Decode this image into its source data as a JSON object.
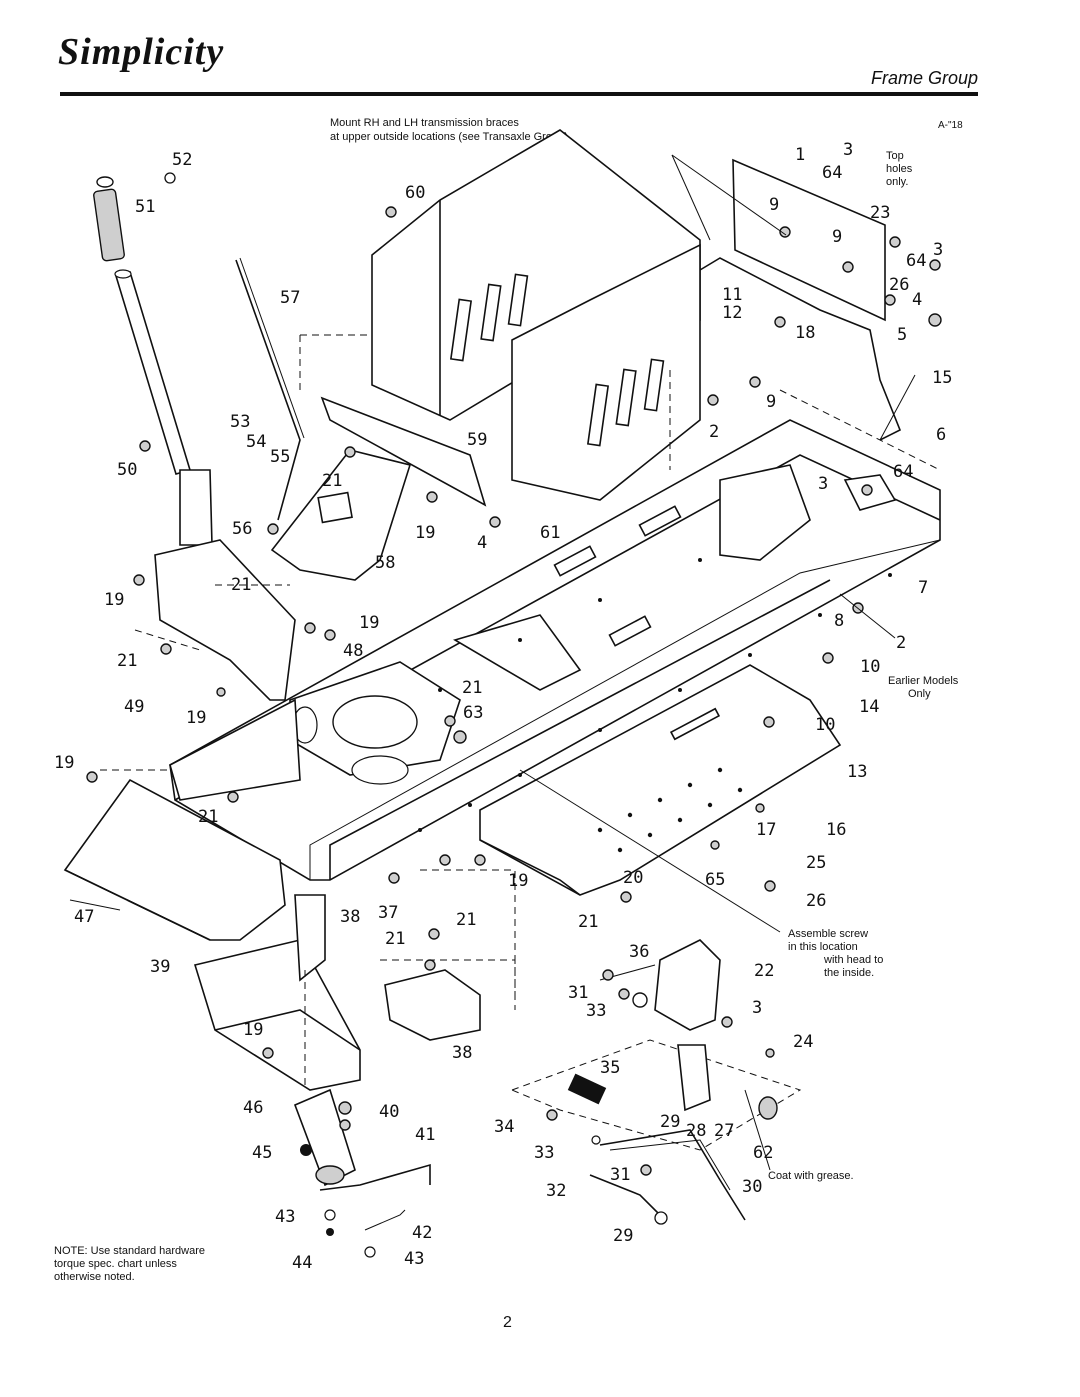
{
  "header": {
    "brand": "Simplicity",
    "title": "Frame Group",
    "diagram_id": "A-\"18"
  },
  "notes": {
    "top_line1": "Mount RH and LH transmission braces",
    "top_line2": "at upper outside locations (see Transaxle Group).",
    "bottom_line1": "NOTE: Use standard hardware",
    "bottom_line2": "torque spec. chart unless",
    "bottom_line3": "otherwise noted."
  },
  "callouts": {
    "top_holes_1": "Top",
    "top_holes_2": "holes",
    "top_holes_3": "only.",
    "earlier_models_1": "Earlier Models",
    "earlier_models_2": "Only",
    "assemble_1": "Assemble screw",
    "assemble_2": "in this location",
    "assemble_3": "with head to",
    "assemble_4": "the inside.",
    "grease": "Coat with grease."
  },
  "part_numbers": [
    "1",
    "2",
    "3",
    "4",
    "5",
    "6",
    "7",
    "8",
    "9",
    "10",
    "11",
    "12",
    "13",
    "14",
    "15",
    "16",
    "17",
    "18",
    "19",
    "20",
    "21",
    "22",
    "23",
    "24",
    "25",
    "26",
    "27",
    "28",
    "29",
    "30",
    "31",
    "32",
    "33",
    "34",
    "35",
    "36",
    "37",
    "38",
    "39",
    "40",
    "41",
    "42",
    "43",
    "44",
    "45",
    "46",
    "47",
    "48",
    "49",
    "50",
    "51",
    "52",
    "53",
    "54",
    "55",
    "56",
    "57",
    "58",
    "59",
    "60",
    "61",
    "62",
    "63",
    "64",
    "65"
  ],
  "page_number": "2"
}
